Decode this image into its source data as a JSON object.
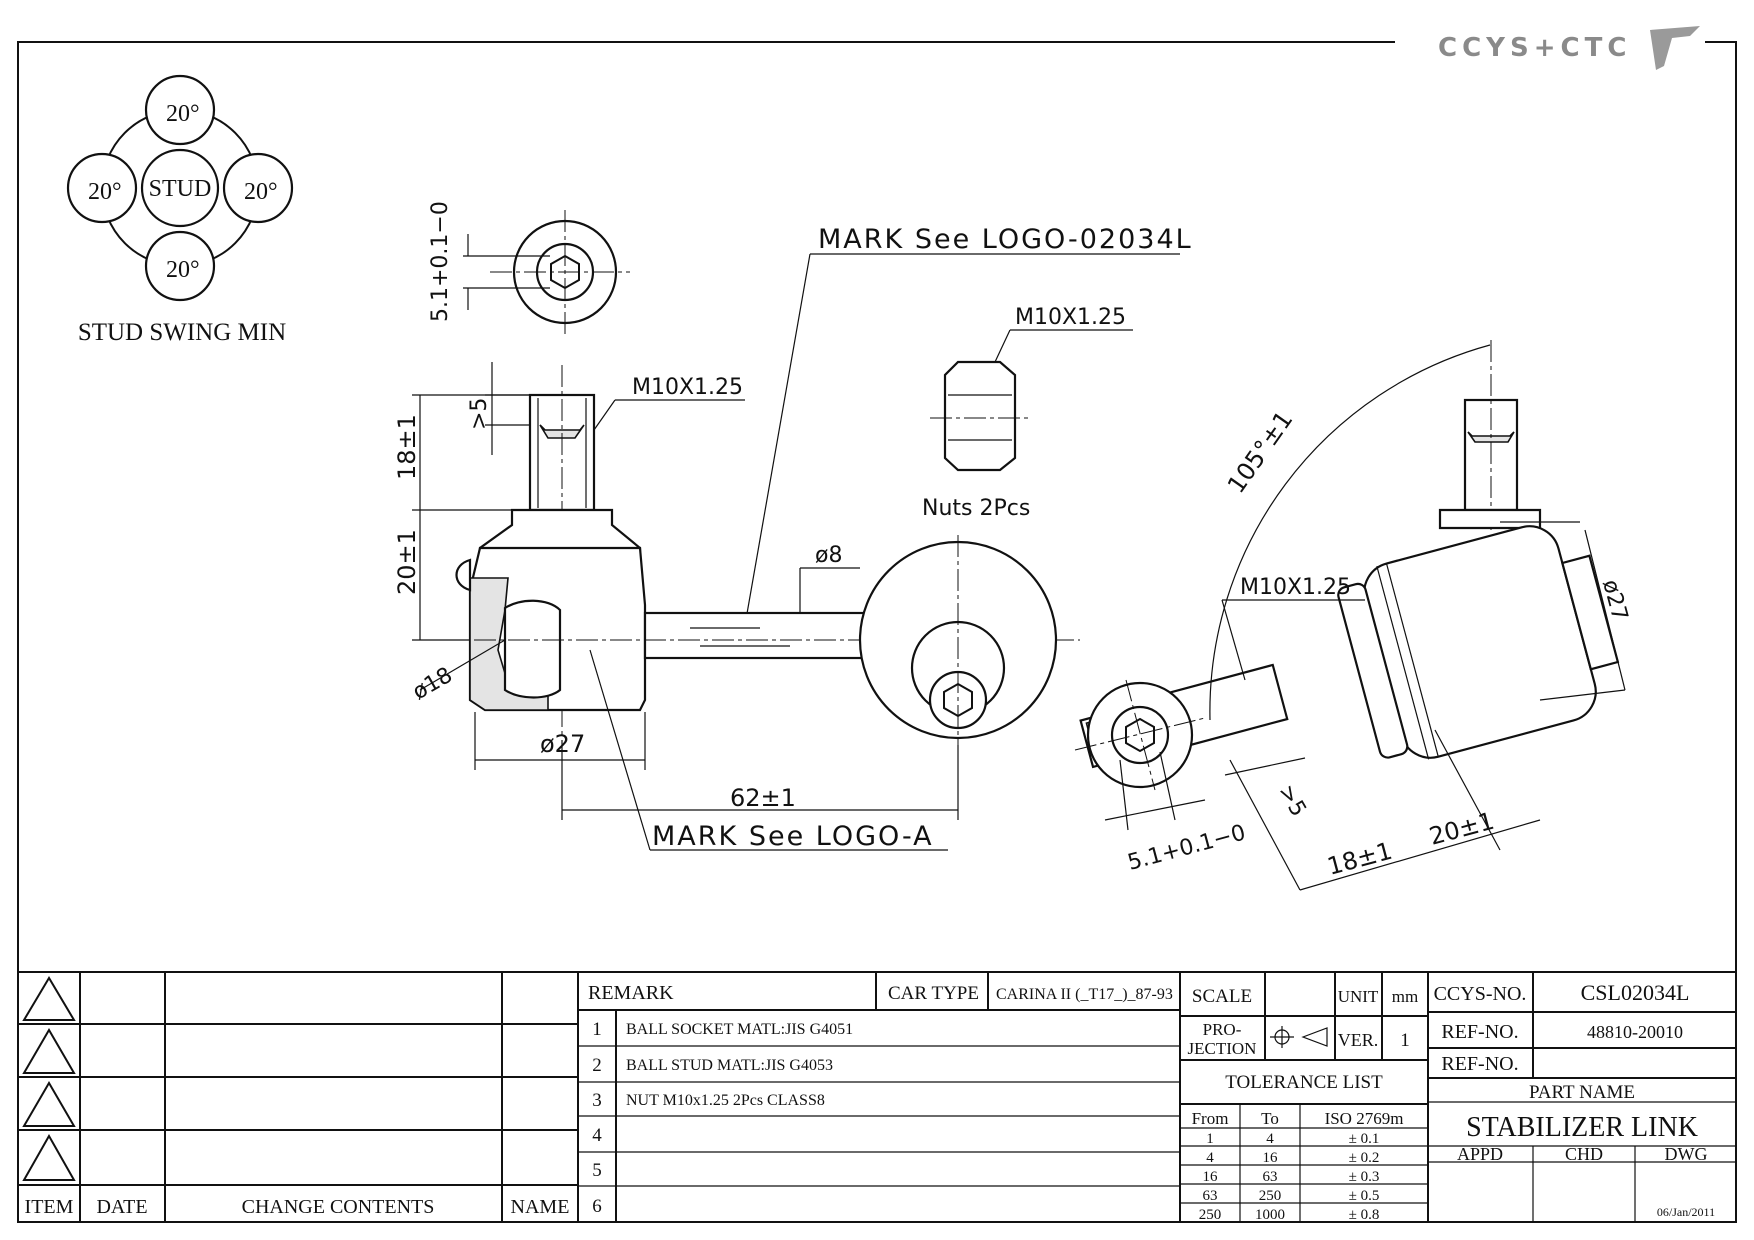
{
  "brand": {
    "logo_text": "CCYS+CTC"
  },
  "stud_swing": {
    "center_label": "STUD",
    "angles": [
      "20°",
      "20°",
      "20°",
      "20°"
    ],
    "caption": "STUD SWING MIN"
  },
  "callouts": {
    "mark_logo_top": "MARK See LOGO-02034L",
    "mark_logo_bottom": "MARK See LOGO-A",
    "thread_left": "M10X1.25",
    "thread_nut": "M10X1.25",
    "thread_right": "M10X1.25",
    "nuts": "Nuts 2Pcs"
  },
  "dimensions": {
    "hex_top": "5.1+0.1−0",
    "hex_right": "5.1+0.1−0",
    "gt5_left": ">5",
    "gt5_right": ">5",
    "len18_left": "18±1",
    "len20_left": "20±1",
    "dia18": "ø18",
    "dia27_left": "ø27",
    "dia8": "ø8",
    "len62": "62±1",
    "angle105": "105°±1",
    "dia27_right": "ø27",
    "len18_right": "18±1",
    "len20_right": "20±1"
  },
  "revision_table": {
    "headers": {
      "item": "ITEM",
      "date": "DATE",
      "change": "CHANGE CONTENTS",
      "name": "NAME"
    }
  },
  "remarks": {
    "header": "REMARK",
    "car_type_label": "CAR TYPE",
    "car_type_value": "CARINA II (_T17_)_87-93",
    "rows": [
      {
        "no": "1",
        "text": "BALL SOCKET MATL:JIS G4051"
      },
      {
        "no": "2",
        "text": "BALL STUD MATL:JIS G4053"
      },
      {
        "no": "3",
        "text": "NUT M10x1.25 2Pcs CLASS8"
      },
      {
        "no": "4",
        "text": ""
      },
      {
        "no": "5",
        "text": ""
      },
      {
        "no": "6",
        "text": ""
      }
    ]
  },
  "spec": {
    "scale_label": "SCALE",
    "unit_label": "UNIT",
    "unit_value": "mm",
    "projection_label": "PRO-\nJECTION",
    "projection_label_1": "PRO-",
    "projection_label_2": "JECTION",
    "ver_label": "VER.",
    "ver_value": "1",
    "tolerance_title": "TOLERANCE LIST",
    "tol_headers": [
      "From",
      "To",
      "ISO 2769m"
    ],
    "tolerances": [
      {
        "from": "1",
        "to": "4",
        "tol": "± 0.1"
      },
      {
        "from": "4",
        "to": "16",
        "tol": "± 0.2"
      },
      {
        "from": "16",
        "to": "63",
        "tol": "± 0.3"
      },
      {
        "from": "63",
        "to": "250",
        "tol": "± 0.5"
      },
      {
        "from": "250",
        "to": "1000",
        "tol": "± 0.8"
      }
    ]
  },
  "title_block": {
    "ccys_no_label": "CCYS-NO.",
    "ccys_no": "CSL02034L",
    "ref_no_label": "REF-NO.",
    "ref_no": "48810-20010",
    "ref_no2_label": "REF-NO.",
    "ref_no2": "",
    "part_name_label": "PART NAME",
    "part_name": "STABILIZER LINK",
    "appd": "APPD",
    "chd": "CHD",
    "dwg": "DWG",
    "date": "06/Jan/2011"
  }
}
